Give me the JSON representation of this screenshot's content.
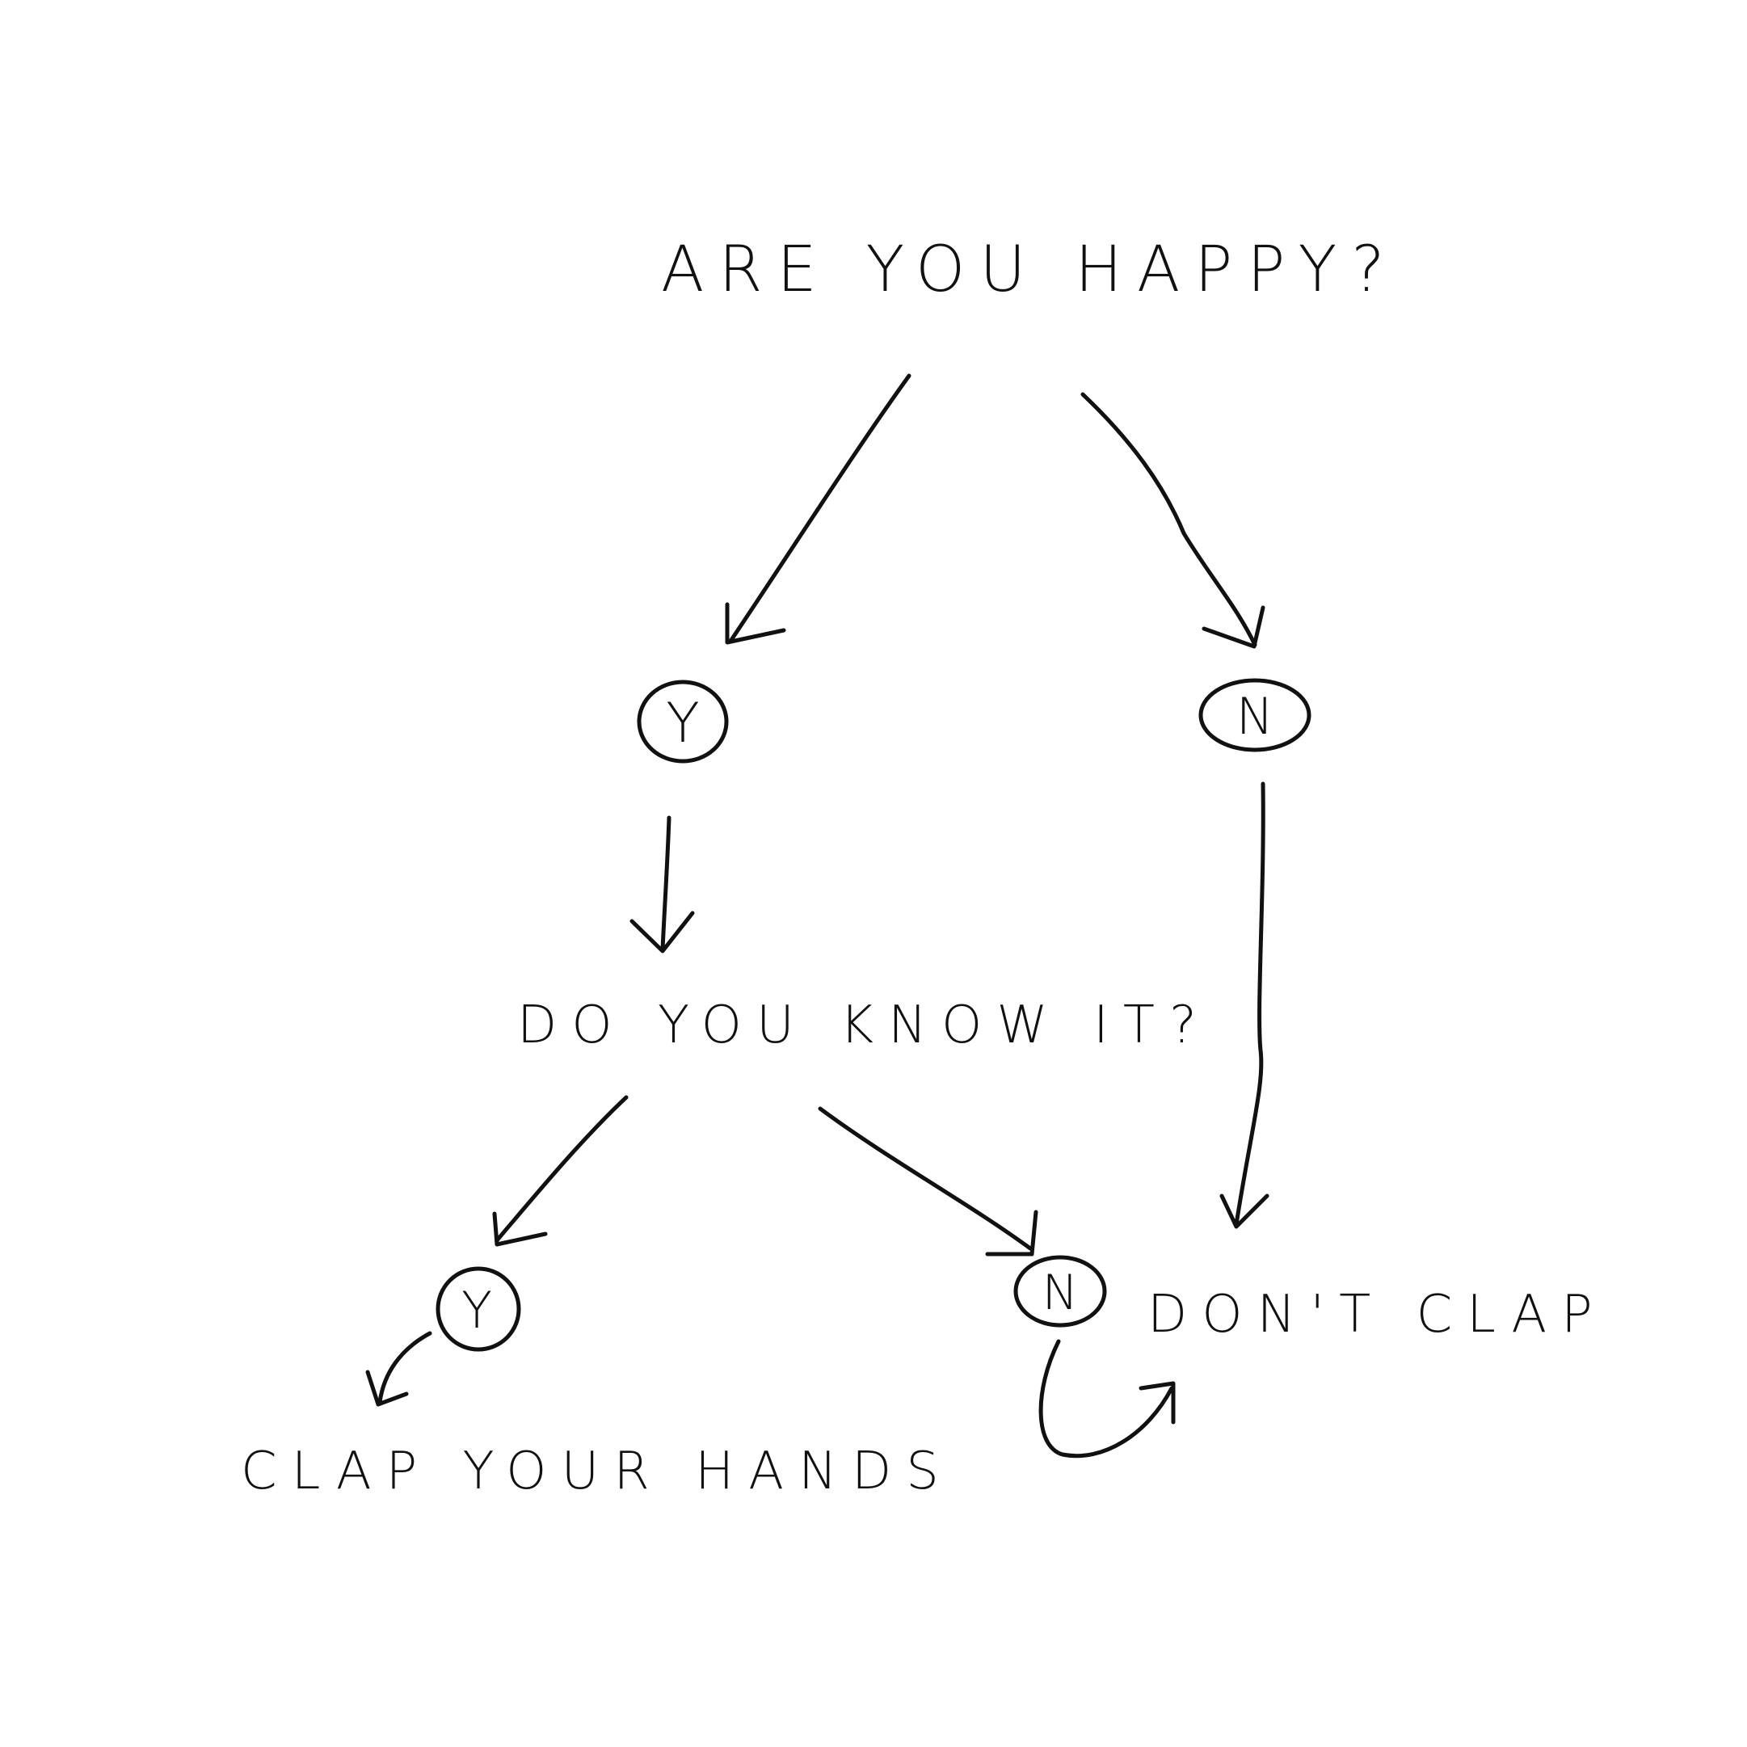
{
  "nodes": {
    "question_1": "ARE YOU HAPPY?",
    "answer_yes_1": "Y",
    "answer_no_1": "N",
    "question_2": "DO YOU KNOW IT?",
    "answer_yes_2": "Y",
    "answer_no_2": "N",
    "outcome_clap": "CLAP YOUR HANDS",
    "outcome_dont_clap": "DON'T CLAP"
  },
  "colors": {
    "ink": "#111111",
    "paper": "#ffffff"
  }
}
